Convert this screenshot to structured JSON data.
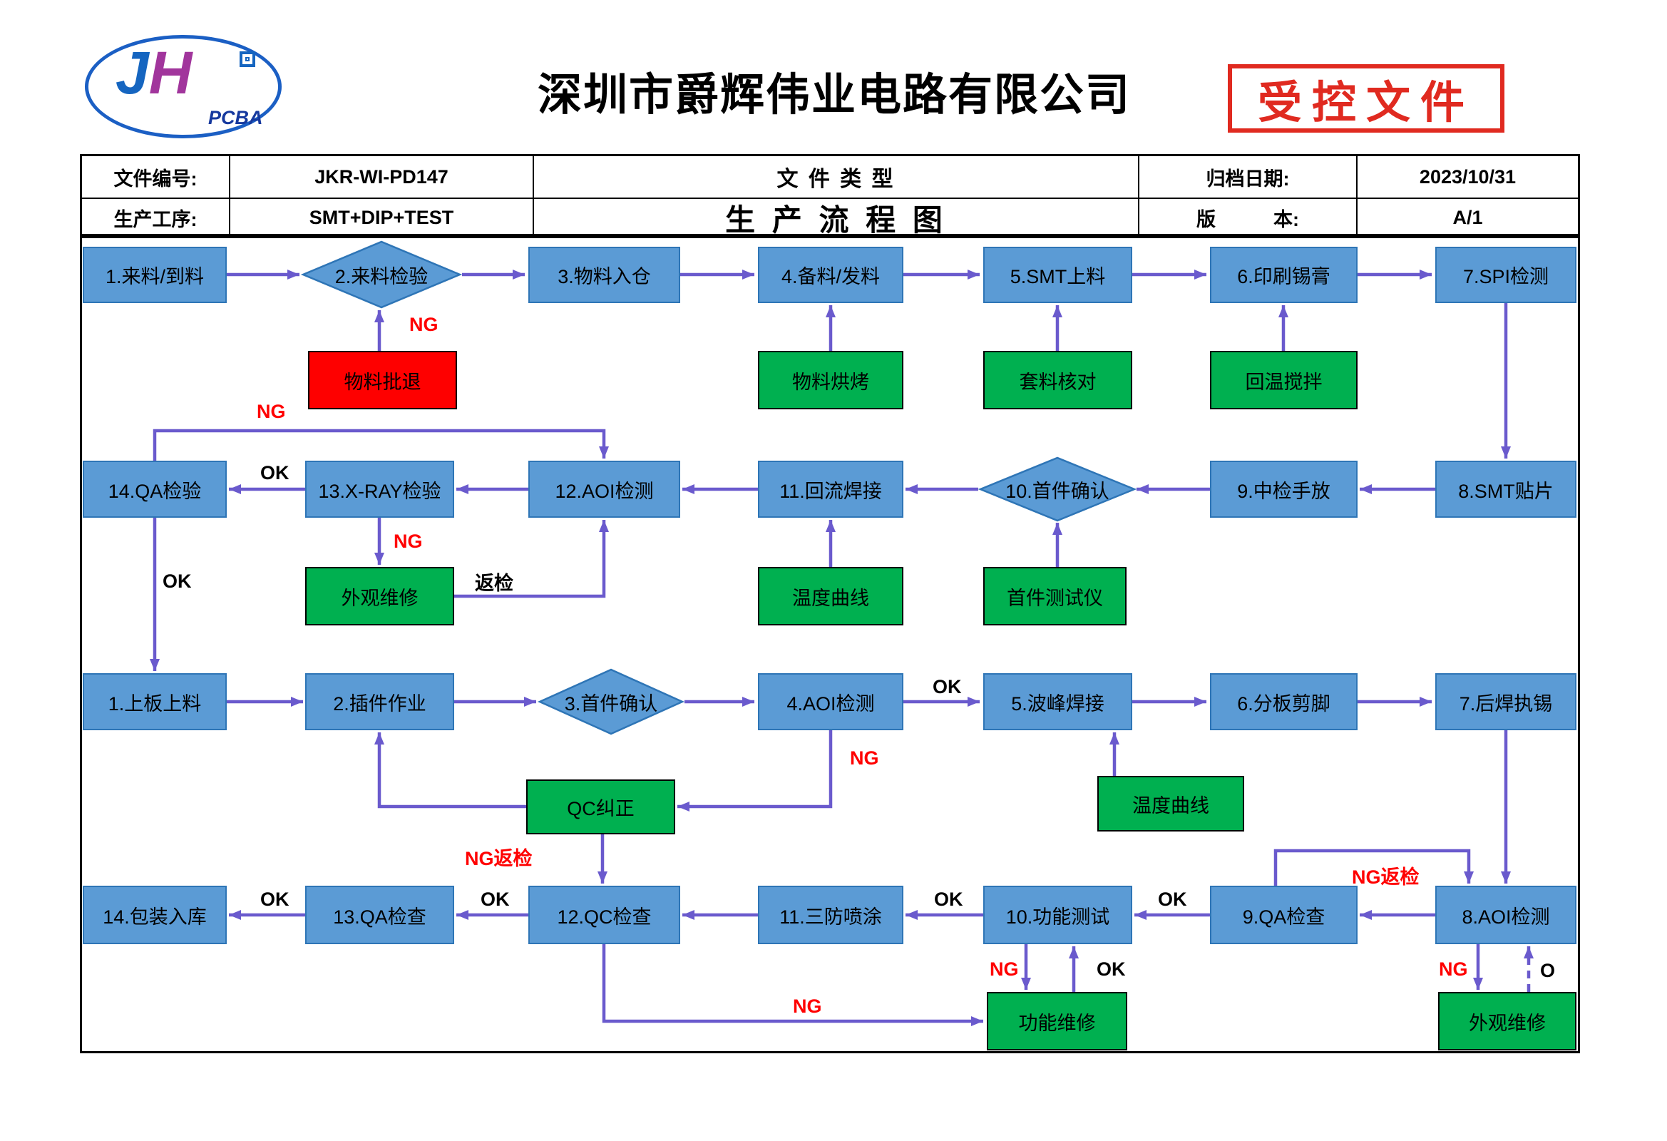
{
  "header": {
    "logo_j": "J",
    "logo_h": "H",
    "logo_sub": "PCBA",
    "company_name": "深圳市爵辉伟业电路有限公司",
    "stamp": "受控文件"
  },
  "doc_info": {
    "doc_no_label": "文件编号:",
    "doc_no": "JKR-WI-PD147",
    "doc_type_label": "文 件 类 型",
    "archive_label": "归档日期:",
    "archive_date": "2023/10/31",
    "process_label": "生产工序:",
    "process_value": "SMT+DIP+TEST",
    "flow_title": "生 产 流 程 图",
    "version_label": "版　　　本:",
    "version_value": "A/1"
  },
  "nodes": {
    "smt1": "1.来料/到料",
    "smt2": "2.来料检验",
    "smt3": "3.物料入仓",
    "smt4": "4.备料/发料",
    "smt5": "5.SMT上料",
    "smt6": "6.印刷锡膏",
    "smt7": "7.SPI检测",
    "reject": "物料批退",
    "bake": "物料烘烤",
    "kit_check": "套料核对",
    "rewarm": "回温搅拌",
    "smt8": "8.SMT贴片",
    "smt9": "9.中检手放",
    "smt10": "10.首件确认",
    "smt11": "11.回流焊接",
    "smt12": "12.AOI检测",
    "smt13": "13.X-RAY检验",
    "smt14": "14.QA检验",
    "fa_tester": "首件测试仪",
    "temp_curve1": "温度曲线",
    "visual_repair1": "外观维修",
    "dip1": "1.上板上料",
    "dip2": "2.插件作业",
    "dip3": "3.首件确认",
    "dip4": "4.AOI检测",
    "dip5": "5.波峰焊接",
    "dip6": "6.分板剪脚",
    "dip7": "7.后焊执锡",
    "qc_fix": "QC纠正",
    "temp_curve2": "温度曲线",
    "dip8": "8.AOI检测",
    "dip9": "9.QA检查",
    "dip10": "10.功能测试",
    "dip11": "11.三防喷涂",
    "dip12": "12.QC检查",
    "dip13": "13.QA检查",
    "dip14": "14.包装入库",
    "func_repair": "功能维修",
    "visual_repair2": "外观维修"
  },
  "labels": {
    "ok": "OK",
    "ng": "NG",
    "fanjian": "返检",
    "ng_fanjian": "NG返检",
    "o": "O"
  },
  "colors": {
    "node_blue": "#5B9BD5",
    "node_green": "#00B050",
    "node_red": "#FE0000",
    "arrow_purple": "#6A5ACD",
    "ng_red": "#FF0000",
    "stamp_red": "#E02A20",
    "logo_blue": "#1B5FC4"
  }
}
